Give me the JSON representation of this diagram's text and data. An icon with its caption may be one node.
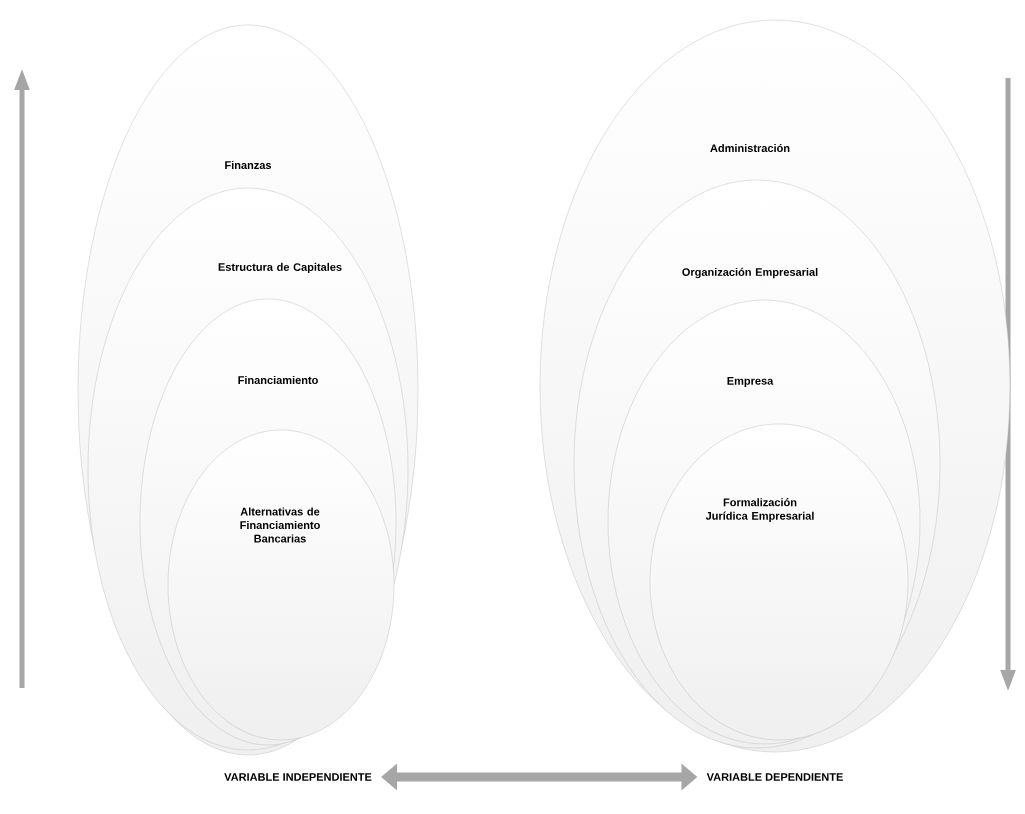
{
  "diagram": {
    "nodes": [
      {
        "text": [
          "Finanzas"
        ]
      },
      {
        "text": [
          "Estructura de Capitales"
        ],
        "in": 0
      },
      {
        "text": [
          "Financiamiento"
        ],
        "in": 1
      },
      {
        "text": [
          "Alternativas de Financiamiento Bancarias"
        ],
        "in": 2
      },
      {
        "text": [
          "Administración"
        ]
      },
      {
        "text": [
          "Organización Empresarial"
        ],
        "in": 4
      },
      {
        "text": [
          "Empresa"
        ],
        "in": 5
      },
      {
        "text": [
          "Formalización Jurídica Empresarial"
        ],
        "in": 6
      },
      {
        "text": [
          "VARIABLE INDEPENDIENTE"
        ]
      },
      {
        "text": [
          "VARIABLE DEPENDIENTE"
        ]
      }
    ],
    "edges": [
      {
        "from": 8,
        "to": 9,
        "arrow": "both"
      }
    ]
  }
}
